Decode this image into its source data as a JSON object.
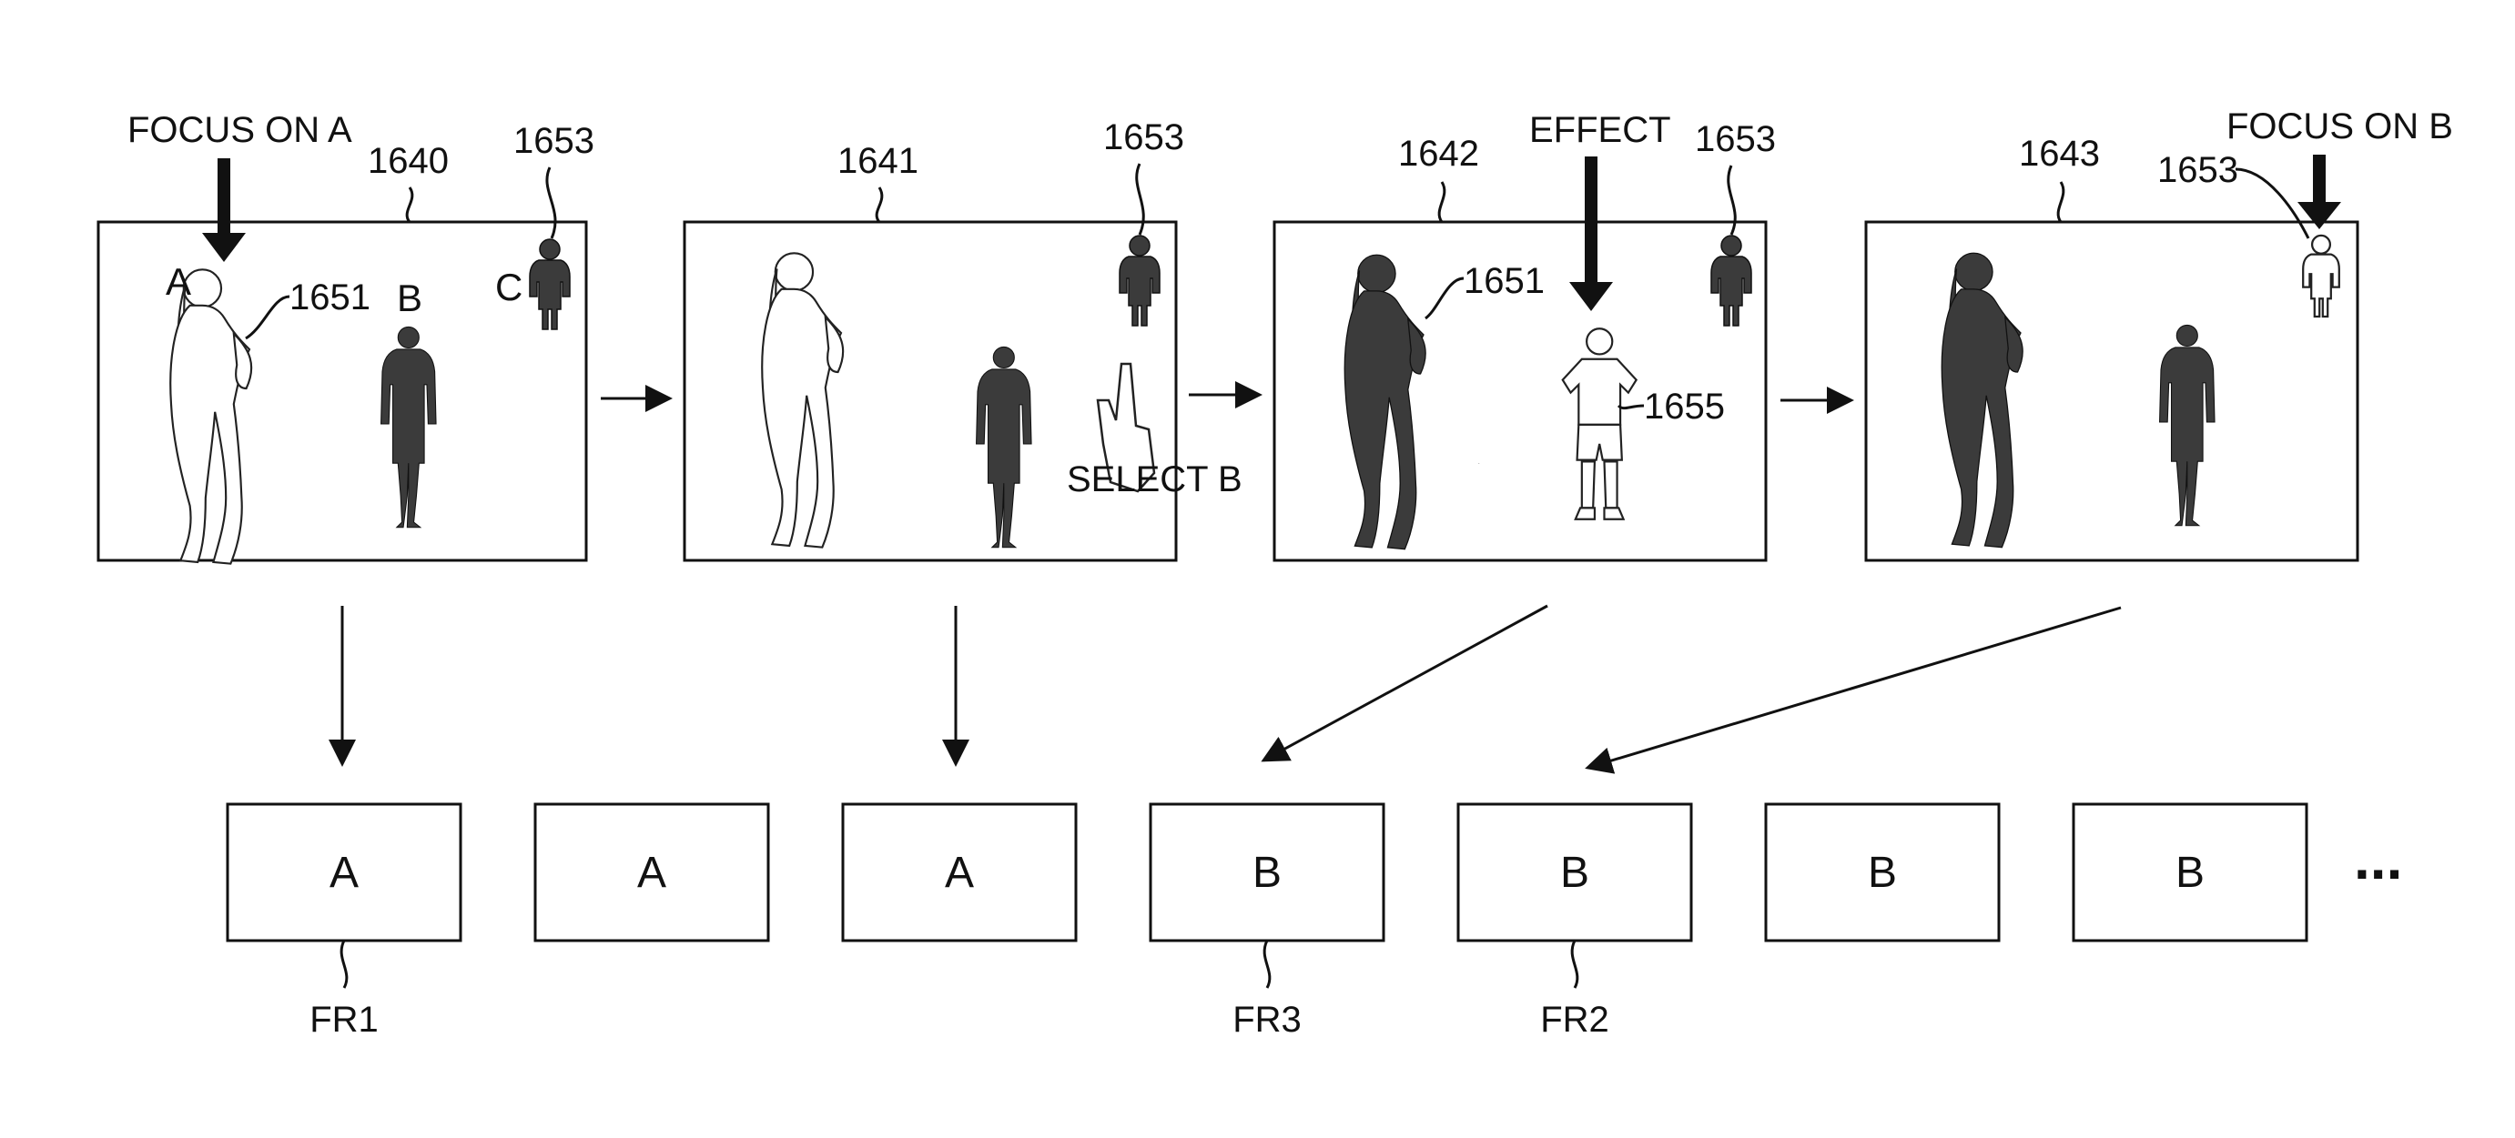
{
  "labels": {
    "focus_a": "FOCUS ON A",
    "focus_b": "FOCUS ON B",
    "effect": "EFFECT",
    "select_b": "SELECT B",
    "ellipsis": "..."
  },
  "screens": [
    {
      "ref": "1640",
      "icon_ref": "1653",
      "person_ref": "1651",
      "letter_a": "A",
      "letter_b": "B",
      "letter_c": "C"
    },
    {
      "ref": "1641",
      "icon_ref": "1653"
    },
    {
      "ref": "1642",
      "icon_ref": "1653",
      "person_ref": "1651",
      "player_ref": "1655"
    },
    {
      "ref": "1643",
      "icon_ref": "1653"
    }
  ],
  "frames": [
    {
      "letter": "A",
      "caption": "FR1",
      "hatched": false
    },
    {
      "letter": "A",
      "caption": "",
      "hatched": false
    },
    {
      "letter": "A",
      "caption": "",
      "hatched": false
    },
    {
      "letter": "B",
      "caption": "FR3",
      "hatched": true
    },
    {
      "letter": "B",
      "caption": "FR2",
      "hatched": false
    },
    {
      "letter": "B",
      "caption": "",
      "hatched": false
    },
    {
      "letter": "B",
      "caption": "",
      "hatched": false
    }
  ]
}
